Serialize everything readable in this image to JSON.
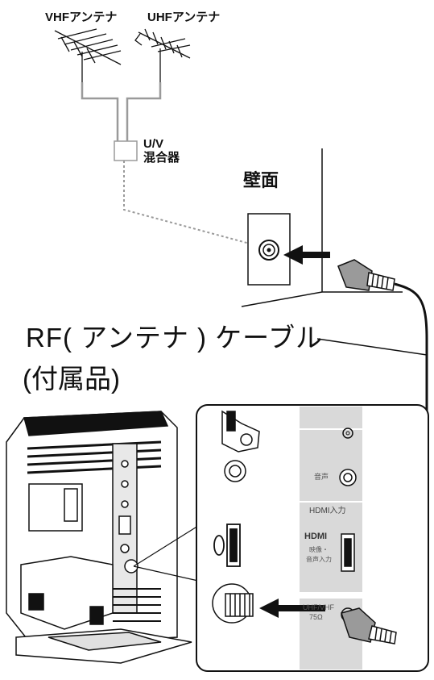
{
  "labels": {
    "vhf_antenna": "VHFアンテナ",
    "uhf_antenna": "UHFアンテナ",
    "mixer_line1": "U/V",
    "mixer_line2": "混合器",
    "wall": "壁面",
    "rf_cable": "RF( アンテナ ) ケーブル",
    "accessory": "(付属品)"
  },
  "panel": {
    "audio": "音声",
    "hdmi_input": "HDMI入力",
    "hdmi_logo": "HDMI",
    "hdmi_desc_line1": "映像・",
    "hdmi_desc_line2": "音声入力",
    "antenna_line1": "UHF/VHF",
    "antenna_line2": "75Ω"
  },
  "colors": {
    "line": "#111111",
    "cable_gray": "#9a9a9a",
    "panel_gray": "#d9d9d9",
    "dotted": "#9a9a9a"
  }
}
